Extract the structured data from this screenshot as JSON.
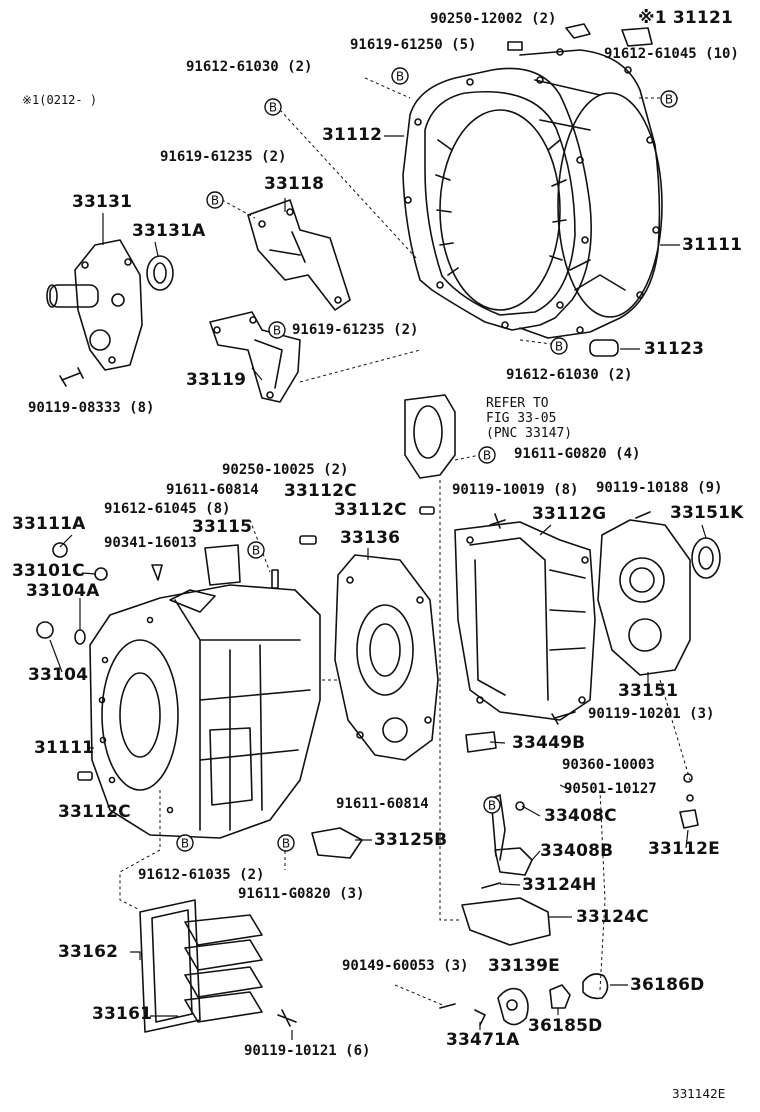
{
  "colors": {
    "ink": "#111111",
    "paper": "#ffffff"
  },
  "footnote": "※1(0212-     )",
  "figure_code": "331142E",
  "reference": {
    "line1": "REFER TO",
    "line2": "FIG 33-05",
    "line3": "(PNC 33147)"
  },
  "bolt_marker": "B",
  "labels": {
    "p90250_12002": "90250-12002 (2)",
    "p31121": "※1  31121",
    "p91619_61250": "91619-61250 (5)",
    "p91612_61045_10": "91612-61045 (10)",
    "p91612_61030_2a": "91612-61030 (2)",
    "p31112": "31112",
    "p91619_61235_2a": "91619-61235 (2)",
    "p33131": "33131",
    "p33118": "33118",
    "p33131A": "33131A",
    "p31111_top": "31111",
    "p91619_61235_2b": "91619-61235 (2)",
    "p31123": "31123",
    "p33119": "33119",
    "p91612_61030_2b": "91612-61030 (2)",
    "p90119_08333": "90119-08333 (8)",
    "p91611_G0820_4": "91611-G0820 (4)",
    "p90250_10025": "90250-10025 (2)",
    "p91611_60814a": "91611-60814",
    "p33112C_a": "33112C",
    "p90119_10019": "90119-10019 (8)",
    "p90119_10188": "90119-10188 (9)",
    "p91612_61045_8": "91612-61045 (8)",
    "p33112C_b": "33112C",
    "p33112G": "33112G",
    "p33151K": "33151K",
    "p33111A": "33111A",
    "p33115": "33115",
    "p90341_16013": "90341-16013",
    "p33136": "33136",
    "p33101C": "33101C",
    "p33104A": "33104A",
    "p33104": "33104",
    "p33151": "33151",
    "p90119_10201": "90119-10201 (3)",
    "p31111_bottom": "31111",
    "p33449B": "33449B",
    "p90360_10003": "90360-10003",
    "p90501_10127": "90501-10127",
    "p33112C_c": "33112C",
    "p91611_60814b": "91611-60814",
    "p33408C": "33408C",
    "p33112E": "33112E",
    "p33125B": "33125B",
    "p33408B": "33408B",
    "p91612_61035": "91612-61035 (2)",
    "p91611_G0820_3": "91611-G0820 (3)",
    "p33124H": "33124H",
    "p33124C": "33124C",
    "p33162": "33162",
    "p90149_60053": "90149-60053 (3)",
    "p33139E": "33139E",
    "p36186D": "36186D",
    "p33161": "33161",
    "p36185D": "36185D",
    "p90119_10121": "90119-10121 (6)",
    "p33471A": "33471A"
  }
}
